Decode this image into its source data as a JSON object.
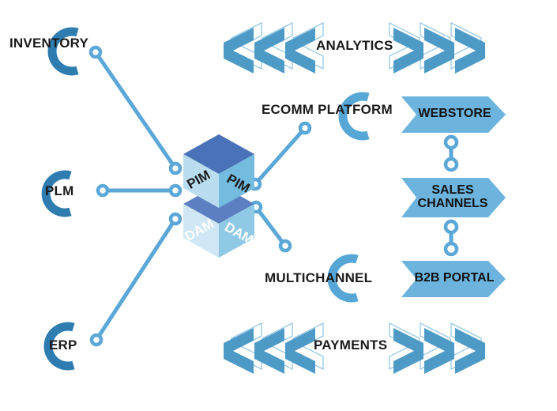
{
  "palette": {
    "line_blue": "#5aa7d8",
    "banner_blue": "#6cb4de",
    "arc_dark": "#2e7cb0",
    "arc_light": "#56a6d6",
    "chevron_blue": "#4e9ac6",
    "chevron_outline": "#8cc3e2",
    "cube_pim_top": "#4a72b8",
    "cube_pim_left": "#b9dcee",
    "cube_pim_right": "#74bbe0",
    "cube_dam_top": "#5b7fc0",
    "cube_dam_left": "#cfe7f4",
    "cube_dam_right": "#8fc9e6",
    "text_dark": "#1a1a1a",
    "text_light": "#ffffff",
    "background": "#ffffff"
  },
  "left_nodes": [
    {
      "id": "inventory",
      "label": "INVENTORY"
    },
    {
      "id": "plm",
      "label": "PLM"
    },
    {
      "id": "erp",
      "label": "ERP"
    }
  ],
  "center": {
    "top_cube_label": "PIM",
    "bottom_cube_label": "DAM"
  },
  "middle_nodes": [
    {
      "id": "ecomm-platform",
      "label": "ECOMM PLATFORM"
    },
    {
      "id": "multichannel",
      "label": "MULTICHANNEL"
    }
  ],
  "banners": [
    {
      "id": "webstore",
      "label": "WEBSTORE"
    },
    {
      "id": "sales-channels",
      "label": "SALES\nCHANNELS"
    },
    {
      "id": "b2b-portal",
      "label": "B2B PORTAL"
    }
  ],
  "chevron_rows": [
    {
      "id": "analytics",
      "label": "ANALYTICS"
    },
    {
      "id": "payments",
      "label": "PAYMENTS"
    }
  ]
}
